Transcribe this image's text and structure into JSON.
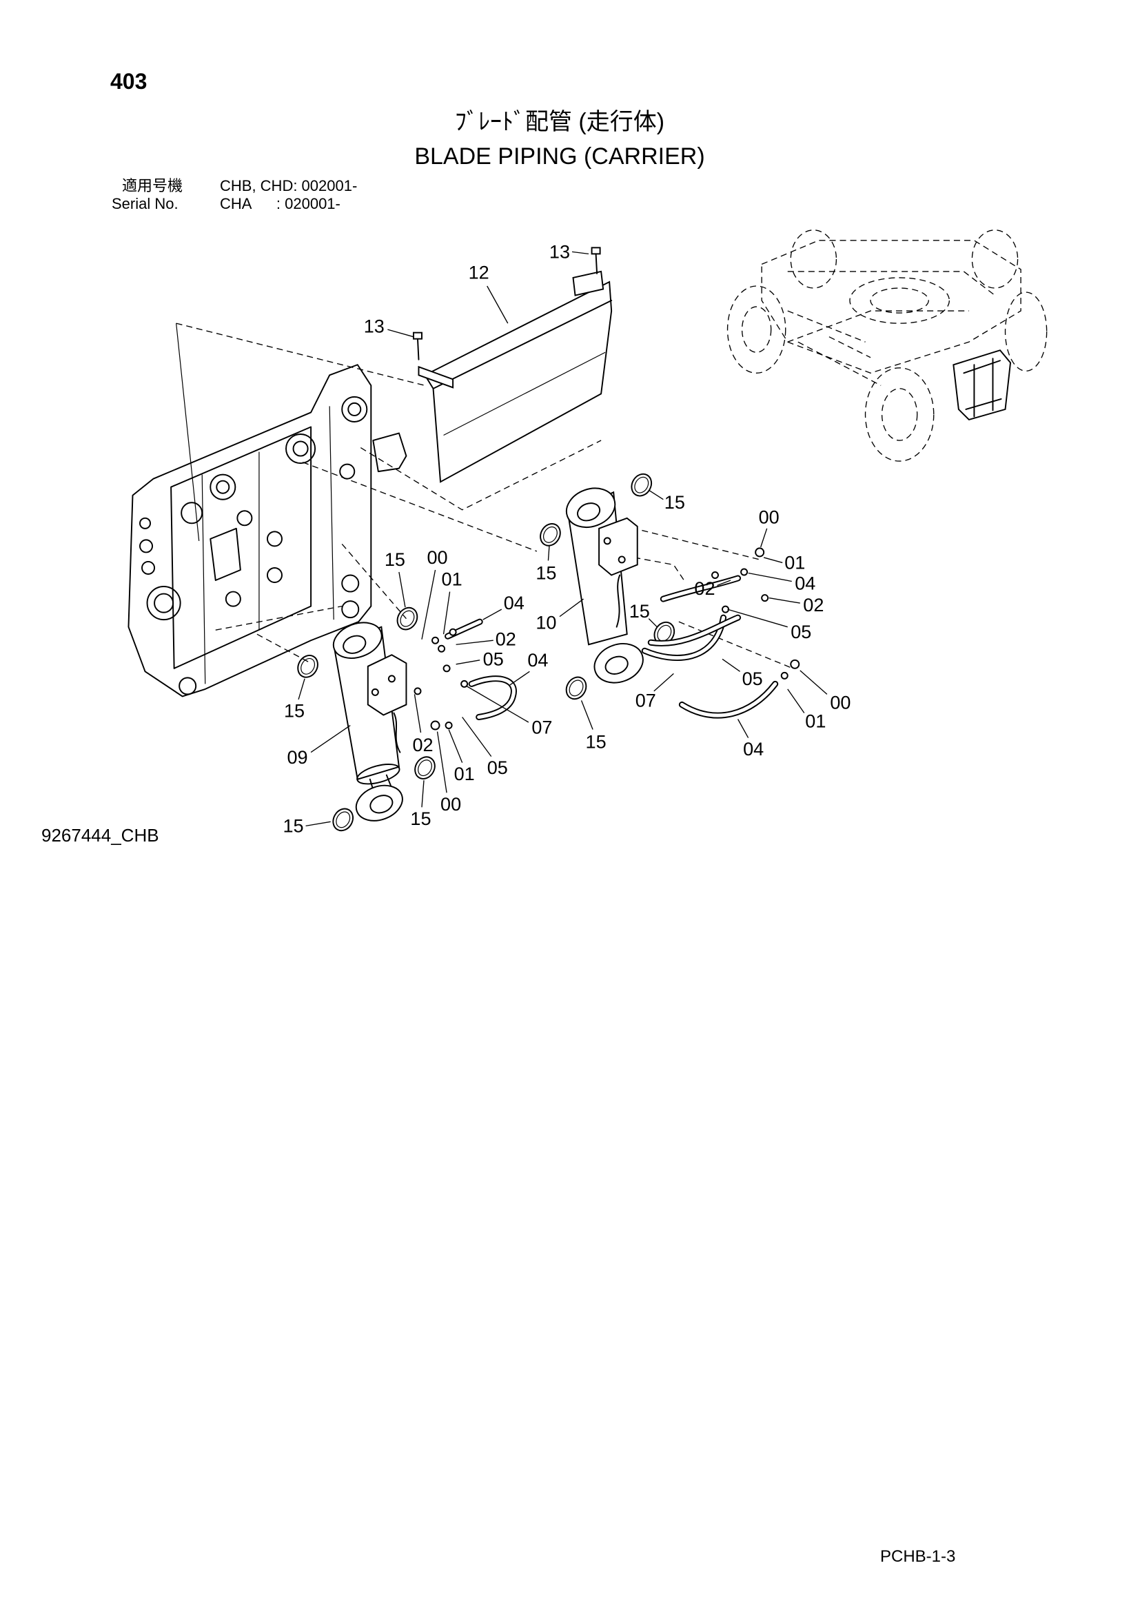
{
  "page_number": "403",
  "title": {
    "ja": "ﾌﾞﾚｰﾄﾞ配管 (走行体)",
    "en": "BLADE PIPING (CARRIER)"
  },
  "applicability": [
    {
      "label": "適用号機",
      "value": "CHB, CHD: 002001-"
    },
    {
      "label": "Serial No.",
      "value": "CHA      : 020001-"
    }
  ],
  "diagram": {
    "callouts": [
      "13",
      "12",
      "13",
      "15",
      "00",
      "01",
      "04",
      "02",
      "02",
      "05",
      "15",
      "10",
      "15",
      "15",
      "00",
      "01",
      "04",
      "02",
      "05",
      "04",
      "05",
      "07",
      "00",
      "01",
      "04",
      "15",
      "07",
      "15",
      "09",
      "02",
      "01",
      "05",
      "00",
      "15",
      "15"
    ]
  },
  "figure_id": "9267444_CHB",
  "page_code": "PCHB-1-3"
}
